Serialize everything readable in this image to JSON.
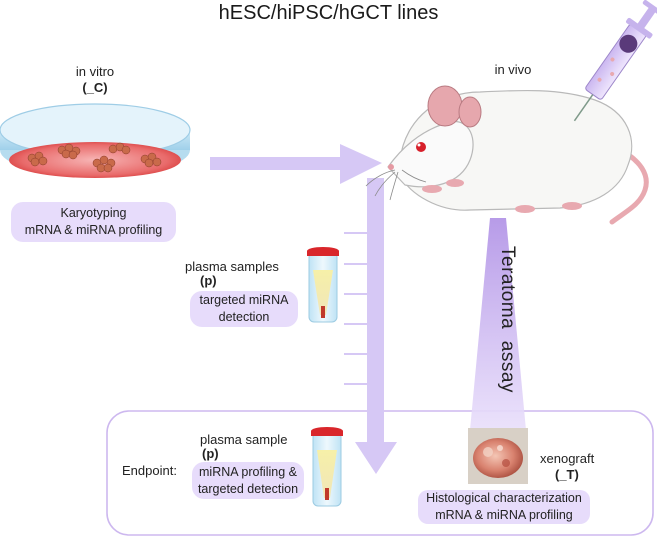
{
  "title": "hESC/hiPSC/hGCT lines",
  "in_vitro": {
    "label": "in vitro",
    "code": "(_C)",
    "box_line1": "Karyotyping",
    "box_line2": "mRNA & miRNA profiling"
  },
  "in_vivo": {
    "label": "in vivo"
  },
  "plasma": {
    "label": "plasma samples",
    "code": "(p)",
    "box_line1": "targeted miRNA",
    "box_line2": "detection"
  },
  "teratoma": {
    "label_part1": "Teratoma",
    "label_part2": "assay"
  },
  "endpoint": {
    "label": "Endpoint:",
    "plasma_label": "plasma sample",
    "plasma_code": "(p)",
    "box_line1": "miRNA profiling &",
    "box_line2": "targeted detection"
  },
  "xenograft": {
    "label": "xenograft",
    "code": "(_T)",
    "box_line1": "Histological characterization",
    "box_line2": "mRNA & miRNA profiling"
  },
  "colors": {
    "arrow": "#d6c8f5",
    "pill": "#e7dcfb",
    "border": "#cdb8ef",
    "dish_red": "#e23a3a",
    "cap_red": "#d9262b"
  }
}
